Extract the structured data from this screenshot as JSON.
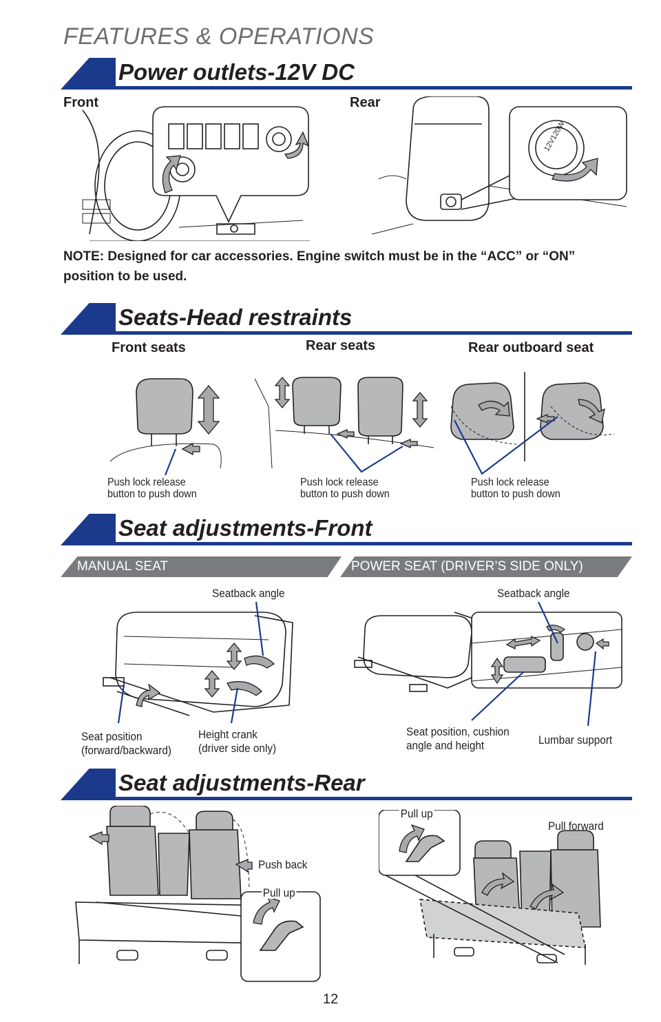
{
  "page": {
    "header": "FEATURES & OPERATIONS",
    "page_number": "12"
  },
  "power_outlets": {
    "title": "Power outlets-12V DC",
    "front_label": "Front",
    "rear_label": "Rear",
    "note": "NOTE: Designed for car accessories. Engine switch must be in the “ACC” or “ON” position to be used."
  },
  "head_restraints": {
    "title": "Seats-Head restraints",
    "front_seats_label": "Front seats",
    "rear_seats_label": "Rear seats",
    "rear_outboard_label": "Rear outboard seat",
    "front_caption_1": "Push lock release",
    "front_caption_2": "button to push down",
    "rear_caption_1": "Push lock release",
    "rear_caption_2": "button to push down",
    "outboard_caption_1": "Push lock release",
    "outboard_caption_2": "button to push down"
  },
  "seat_front": {
    "title": "Seat adjustments-Front",
    "manual_bar": "MANUAL SEAT",
    "power_bar": "POWER SEAT (DRIVER’S SIDE ONLY)",
    "manual_seatback": "Seatback angle",
    "manual_position_1": "Seat position",
    "manual_position_2": "(forward/backward)",
    "manual_height_1": "Height crank",
    "manual_height_2": "(driver side only)",
    "power_seatback": "Seatback angle",
    "power_position_1": "Seat position, cushion",
    "power_position_2": "angle and height",
    "power_lumbar": "Lumbar support"
  },
  "seat_rear": {
    "title": "Seat adjustments-Rear",
    "push_back": "Push back",
    "pull_up_left": "Pull up",
    "pull_up_right": "Pull up",
    "pull_forward": "Pull forward"
  },
  "icons": {
    "outlet_markings": "12V120W"
  }
}
